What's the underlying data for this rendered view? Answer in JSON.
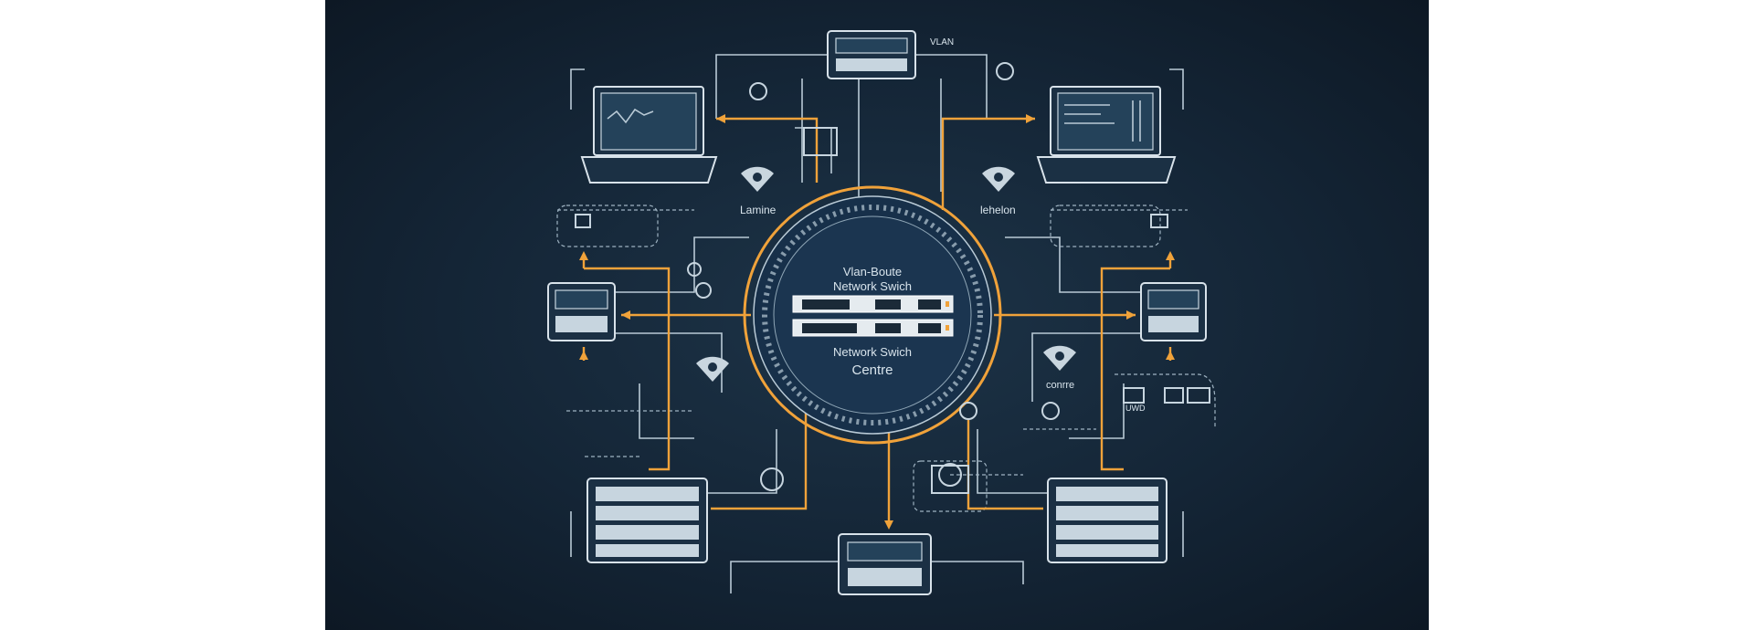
{
  "diagram": {
    "center": {
      "title_line1": "Vlan-Boute",
      "title_line2": "Network Swich",
      "subtitle_line1": "Network Swich",
      "subtitle_line2": "Centre"
    },
    "labels": {
      "left_wifi": "Lamine",
      "right_wifi": "lehelon",
      "right_lower_wifi": "conrre",
      "top_vlan": "VLAN",
      "right_device": "UWD"
    },
    "colors": {
      "background": "#142536",
      "accent": "#f0a23a",
      "line": "#b9cad6"
    }
  }
}
